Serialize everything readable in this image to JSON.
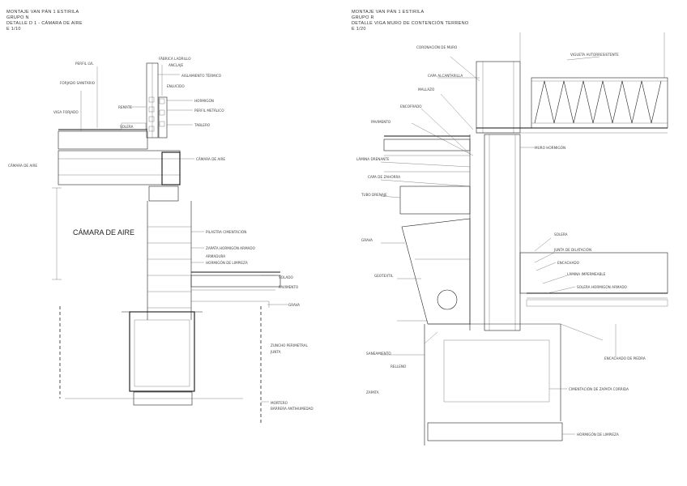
{
  "left_header": {
    "line1": "MONTAJE VAN PÁN 1 ESTIRILA",
    "line2": "GRUPO N",
    "line3": "DETALLE D 1 - CÁMARA DE AIRE",
    "line4": "E 1/10"
  },
  "right_header": {
    "line1": "MONTAJE VAN PÁN 1 ESTIRILA",
    "line2": "GRUPO R",
    "line3": "DETALLE VIGA MURO DE CONTENCIÓN TERRENO",
    "line4": "E 1/20"
  },
  "left_labels": {
    "l1": "PERFIL LVL",
    "l2": "FORJADO SANITARIO",
    "l3": "VIGA FORJADO",
    "l4": "CÁMARA DE AIRE",
    "l5": "REMATE",
    "l6": "SOLERA",
    "l7": "FÁBRICA LADRILLO",
    "l8": "ANCLAJE",
    "l9": "AISLAMIENTO TÉRMICO",
    "l10": "ENLUCIDO",
    "l11": "HORMIGÓN",
    "l12": "PERFIL METÁLICO",
    "l13": "TABLERO",
    "l14": "CÁMARA DE AIRE",
    "l15": "PILASTRA CIMENTACIÓN",
    "l16": "ZAPATA HORMIGÓN ARMADO",
    "l17": "HORMIGÓN DE LIMPIEZA",
    "l18": "ARMADURA",
    "l19": "SOLADO",
    "l20": "PAVIMENTO",
    "l21": "GRAVA",
    "l22": "ZUNCHO PERIMETRAL",
    "l23": "JUNTA",
    "l24": "MORTERO",
    "l25": "BARRERA ANTIHUMEDAD"
  },
  "right_labels": {
    "r1": "CORONACIÓN DE MURO",
    "r2": "VIGUETA AUTORRESISTENTE",
    "r3": "CAPA ALCANTARILLA",
    "r4": "MALLAZO",
    "r5": "ENCOFRADO",
    "r6": "PAVIMENTO",
    "r7": "LÁMINA DRENANTE",
    "r8": "CAPA DE ZAHORRA",
    "r9": "MURO HORMIGÓN",
    "r10": "TUBO DRENAJE",
    "r11": "GRAVA",
    "r12": "GEOTEXTIL",
    "r13": "SOLERA",
    "r14": "JUNTA DE DILATACIÓN",
    "r15": "ENCACHADO",
    "r16": "LÁMINA IMPERMEABLE",
    "r17": "SOLERA HORMIGÓN ARMADO",
    "r18": "ENCACHADO DE PIEDRA",
    "r19": "CIMENTACIÓN DE ZAPATA CORRIDA",
    "r20": "HORMIGÓN DE LIMPIEZA",
    "r21": "SANEAMIENTO",
    "r22": "RELLENO",
    "r23": "ZAPATA"
  },
  "main_label": "CÁMARA DE AIRE"
}
